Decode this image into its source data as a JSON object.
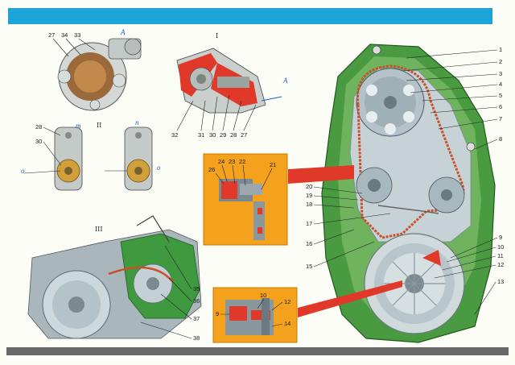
{
  "colors": {
    "top_bar": "#1ca3d8",
    "bottom_bar": "#6a6a6a",
    "green_casing": "#3e8e3a",
    "red_part": "#e0392a",
    "orange_inset": "#f4a11d",
    "belt": "#c9502b",
    "metal": "#b9c8cf"
  },
  "section_labels": {
    "s1": "I",
    "s2": "II",
    "s3": "III"
  },
  "view_letters": {
    "a1": "A",
    "a2": "A",
    "m": "m",
    "n": "n",
    "o1": "o",
    "o2": "o"
  },
  "callouts": {
    "c1": "1",
    "c2": "2",
    "c3": "3",
    "c4": "4",
    "c5": "5",
    "c6": "6",
    "c7": "7",
    "c8": "8",
    "c9": "9",
    "c10": "10",
    "c11": "11",
    "c12": "12",
    "c13": "13",
    "c15": "15",
    "c16": "16",
    "c17": "17",
    "c18": "18",
    "c19": "19",
    "c20": "20",
    "c27a": "27",
    "c34": "34",
    "c33": "33",
    "c32": "32",
    "c31": "31",
    "c30": "30",
    "c29": "29",
    "c28": "28",
    "c27b": "27",
    "c28b": "28",
    "c30b": "30",
    "c35": "35",
    "c36": "36",
    "c37": "37",
    "c38": "38",
    "i26": "26",
    "i24": "24",
    "i23": "23",
    "i22": "22",
    "i21": "21",
    "i9": "9",
    "i10": "10",
    "i12": "12",
    "i14": "14"
  }
}
